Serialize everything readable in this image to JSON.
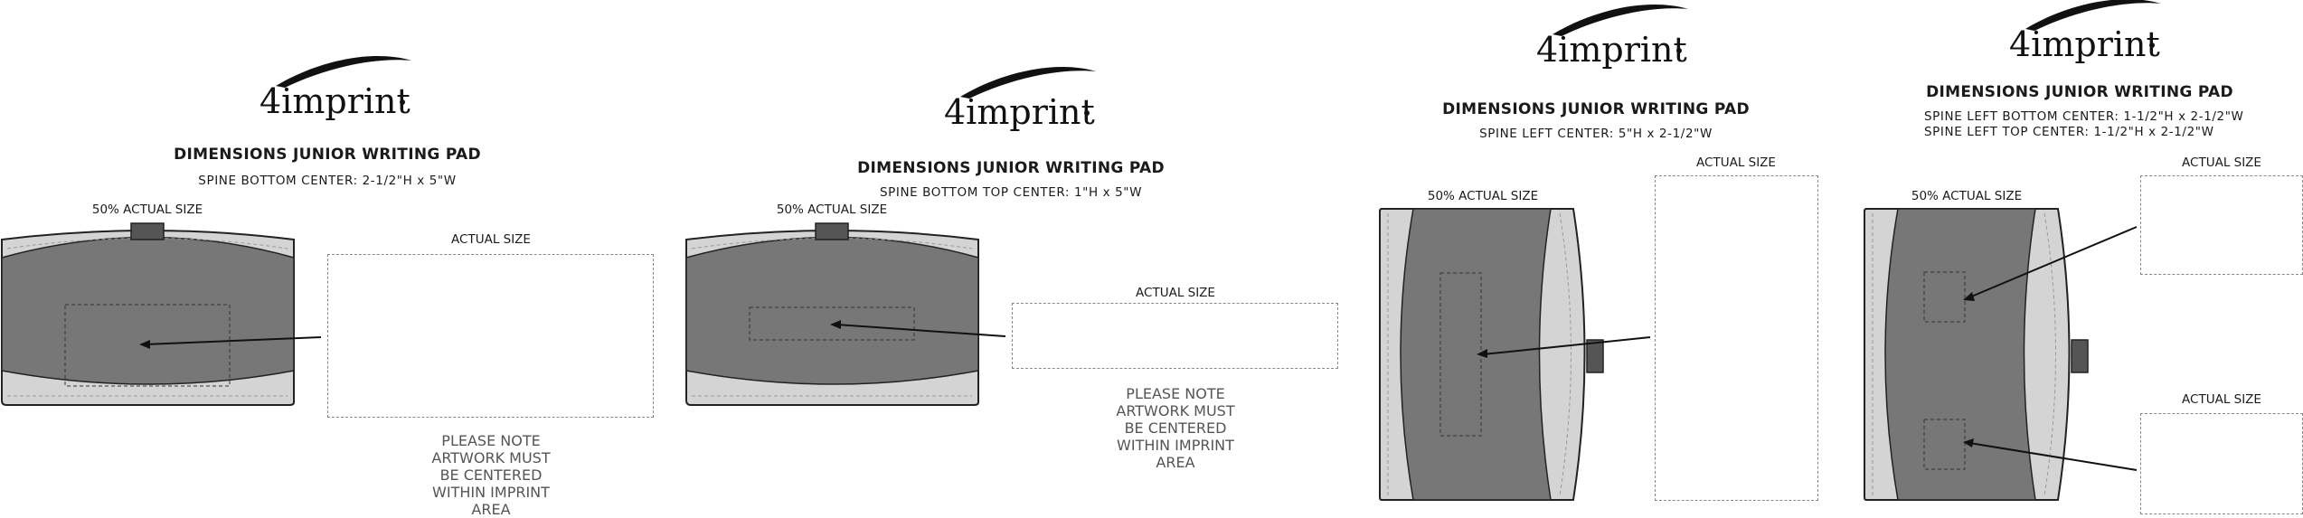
{
  "brand": {
    "logo_text": "4imprint",
    "logo_dot": "."
  },
  "panels": [
    {
      "title": "DIMENSIONS JUNIOR WRITING PAD",
      "spine_lines": [
        "SPINE BOTTOM CENTER: 2-1/2\"H x 5\"W"
      ],
      "scale_label": "50% ACTUAL SIZE",
      "actual_labels": [
        "ACTUAL SIZE"
      ],
      "note": "PLEASE NOTE\nARTWORK MUST\nBE CENTERED\nWITHIN IMPRINT\nAREA"
    },
    {
      "title": "DIMENSIONS JUNIOR WRITING PAD",
      "spine_lines": [
        "SPINE BOTTOM TOP CENTER: 1\"H x 5\"W"
      ],
      "scale_label": "50% ACTUAL SIZE",
      "actual_labels": [
        "ACTUAL SIZE"
      ],
      "note": "PLEASE NOTE\nARTWORK MUST\nBE CENTERED\nWITHIN IMPRINT\nAREA"
    },
    {
      "title": "DIMENSIONS JUNIOR WRITING PAD",
      "spine_lines": [
        "SPINE LEFT CENTER: 5\"H x 2-1/2\"W"
      ],
      "scale_label": "50% ACTUAL SIZE",
      "actual_labels": [
        "ACTUAL SIZE"
      ]
    },
    {
      "title": "DIMENSIONS JUNIOR WRITING PAD",
      "spine_lines": [
        "SPINE LEFT BOTTOM CENTER: 1-1/2\"H x 2-1/2\"W",
        "SPINE LEFT TOP CENTER: 1-1/2\"H x 2-1/2\"W"
      ],
      "scale_label": "50% ACTUAL SIZE",
      "actual_labels": [
        "ACTUAL SIZE",
        "ACTUAL SIZE"
      ]
    }
  ],
  "colors": {
    "pad_dark": "#777777",
    "pad_light": "#d4d4d4",
    "outline": "#222222",
    "dash": "#888888"
  }
}
